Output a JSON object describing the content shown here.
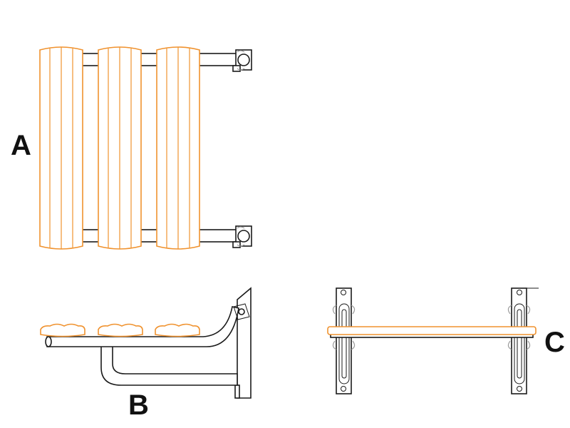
{
  "labels": {
    "view_a": "A",
    "view_b": "B",
    "view_c": "C"
  },
  "colors": {
    "wood_stroke": "#f0922e",
    "line": "#1a1a1a",
    "background": "#ffffff"
  }
}
